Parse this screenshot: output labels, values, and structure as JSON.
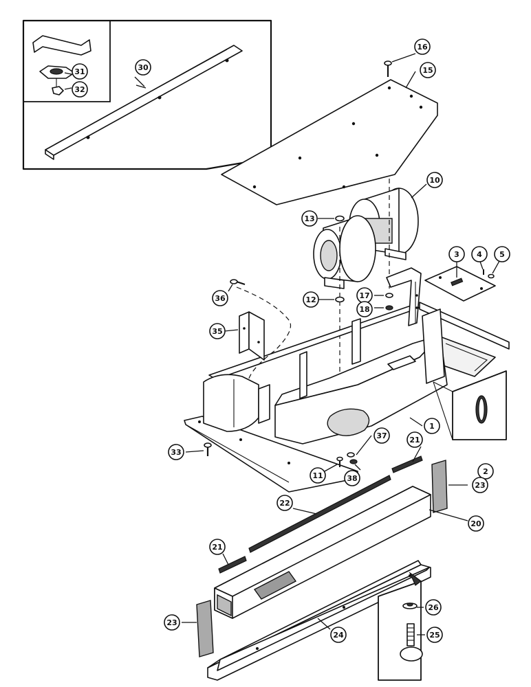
{
  "callouts": [
    {
      "label": "1"
    },
    {
      "label": "2"
    },
    {
      "label": "3"
    },
    {
      "label": "4"
    },
    {
      "label": "5"
    },
    {
      "label": "10"
    },
    {
      "label": "11"
    },
    {
      "label": "12"
    },
    {
      "label": "13"
    },
    {
      "label": "15"
    },
    {
      "label": "16"
    },
    {
      "label": "17"
    },
    {
      "label": "18"
    },
    {
      "label": "20"
    },
    {
      "label": "21"
    },
    {
      "label": "21"
    },
    {
      "label": "22"
    },
    {
      "label": "23"
    },
    {
      "label": "23"
    },
    {
      "label": "24"
    },
    {
      "label": "25"
    },
    {
      "label": "26"
    },
    {
      "label": "30"
    },
    {
      "label": "31"
    },
    {
      "label": "32"
    },
    {
      "label": "33"
    },
    {
      "label": "35"
    },
    {
      "label": "36"
    },
    {
      "label": "37"
    },
    {
      "label": "38"
    }
  ]
}
